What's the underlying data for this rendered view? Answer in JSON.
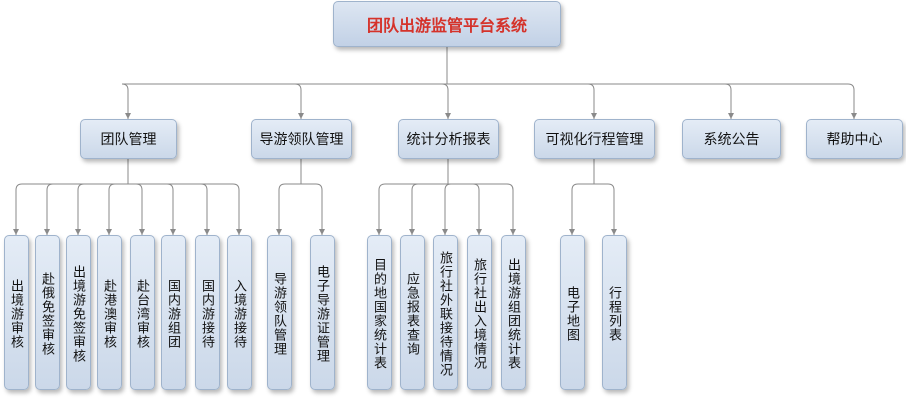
{
  "root": {
    "label": "团队出游监管平台系统"
  },
  "categories": [
    {
      "label": "团队管理",
      "children": [
        "出境游审核",
        "赴俄免签审核",
        "出境游免签审核",
        "赴港澳审核",
        "赴台湾审核",
        "国内游组团",
        "国内游接待",
        "入境游接待"
      ]
    },
    {
      "label": "导游领队管理",
      "children": [
        "导游领队管理",
        "电子导游证管理"
      ]
    },
    {
      "label": "统计分析报表",
      "children": [
        "目的地国家统计表",
        "应急报表查询",
        "旅行社外联接待情况",
        "旅行社出入境情况",
        "出境游组团统计表"
      ]
    },
    {
      "label": "可视化行程管理",
      "children": [
        "电子地图",
        "行程列表"
      ]
    },
    {
      "label": "系统公告",
      "children": []
    },
    {
      "label": "帮助中心",
      "children": []
    }
  ],
  "colors": {
    "title": "#d5322a",
    "box_top": "#e4ecf6",
    "box_bottom": "#cbd8e9",
    "border": "#9fb3cc",
    "connector": "#8a8a8a"
  }
}
